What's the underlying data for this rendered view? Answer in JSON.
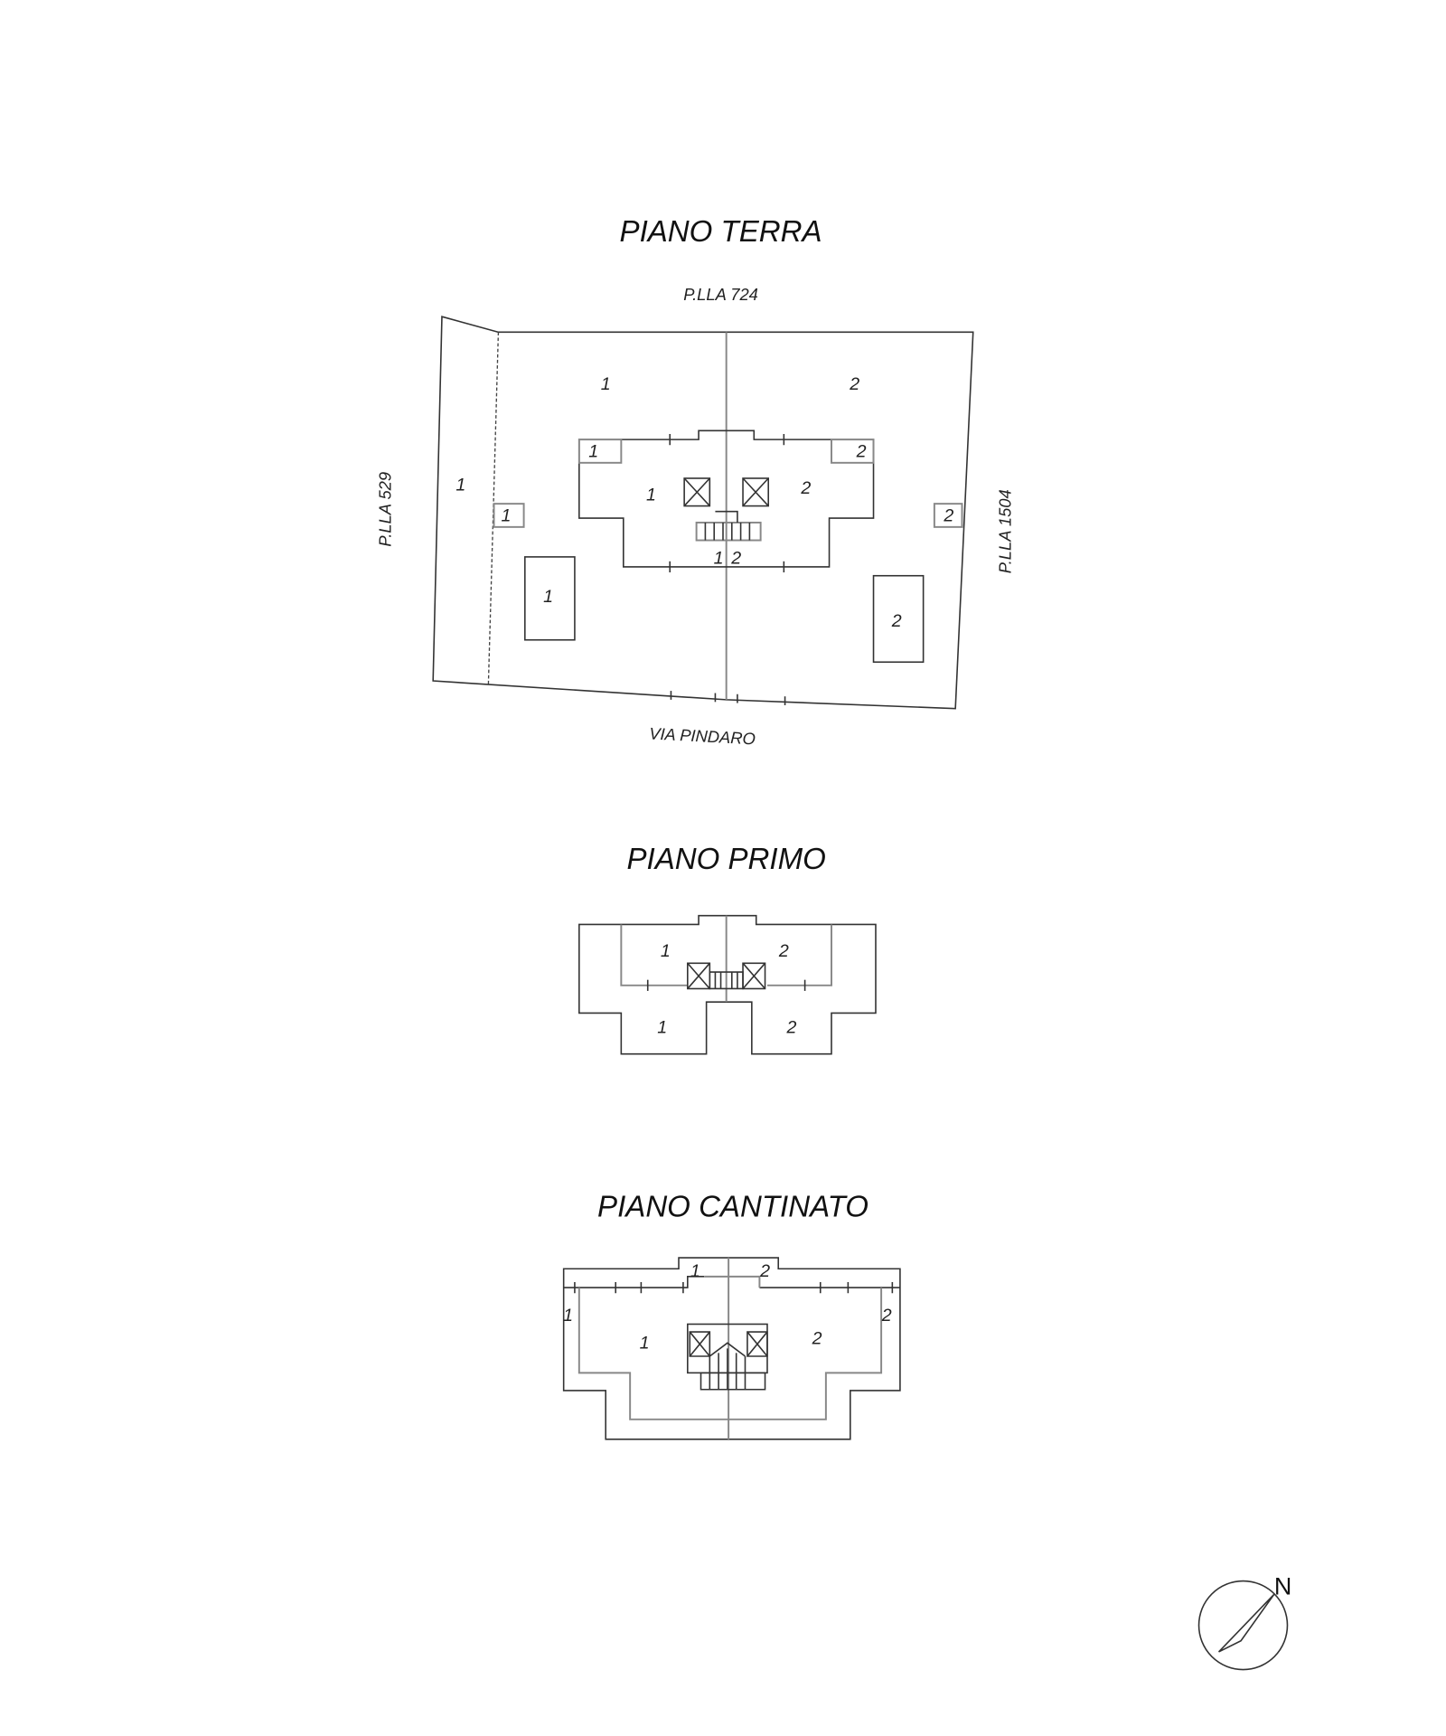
{
  "piano_terra": {
    "title": "PIANO TERRA",
    "north_label": "P.LLA 724",
    "west_label": "P.LLA 529",
    "east_label": "P.LLA 1504",
    "south_label": "VIA PINDARO",
    "units": [
      "1",
      "2",
      "1",
      "1",
      "2",
      "1",
      "2",
      "1",
      "2",
      "1",
      "2",
      "1",
      "2"
    ]
  },
  "piano_primo": {
    "title": "PIANO PRIMO",
    "units": [
      "1",
      "2",
      "1",
      "2"
    ]
  },
  "piano_cantinato": {
    "title": "PIANO CANTINATO",
    "units": [
      "1",
      "2",
      "1",
      "2",
      "1",
      "2"
    ]
  },
  "compass": {
    "label": "N"
  }
}
